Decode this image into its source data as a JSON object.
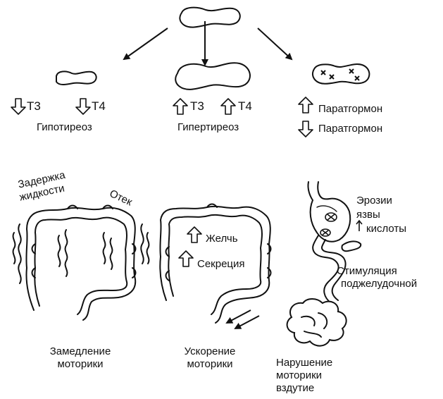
{
  "thyroid": {
    "hypo": {
      "t3": "T3",
      "t4": "T4",
      "label": "Гипотиреоз"
    },
    "hyper": {
      "t3": "T3",
      "t4": "T4",
      "label": "Гипертиреоз"
    },
    "parathyroid": {
      "up_label": "Паратгормон",
      "down_label": "Паратгормон"
    }
  },
  "colon_slow": {
    "fluid": [
      "Задержка",
      "жидкости"
    ],
    "edema": "Отек",
    "caption": [
      "Замедление",
      "моторики"
    ]
  },
  "colon_fast": {
    "bile": "Желчь",
    "secretion": "Секреция",
    "caption": [
      "Ускорение",
      "моторики"
    ]
  },
  "stomach": {
    "erosions": [
      "Эрозии",
      "язвы",
      "кислоты"
    ],
    "pancreas": [
      "Стимуляция",
      "поджелудочной"
    ],
    "caption": [
      "Нарушение",
      "моторики",
      "вздутие"
    ]
  }
}
